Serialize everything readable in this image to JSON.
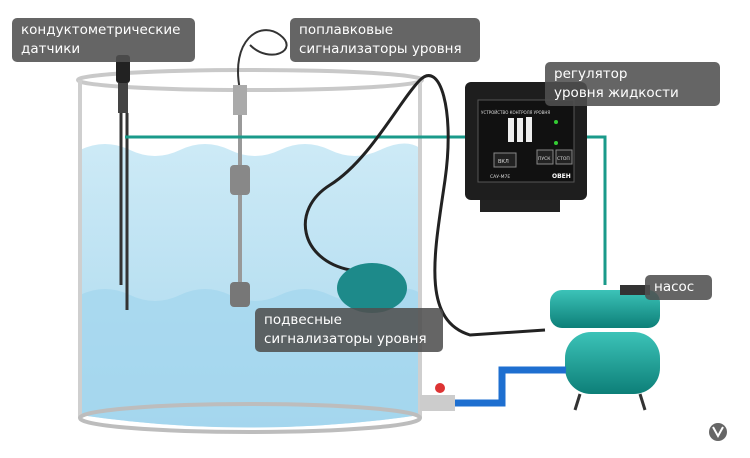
{
  "labels": {
    "conductometric": [
      "кондуктометрические",
      "датчики"
    ],
    "float_switches": [
      "поплавковые",
      "сигнализаторы уровня"
    ],
    "regulator": [
      "регулятор",
      "уровня жидкости"
    ],
    "pump": [
      "насос"
    ],
    "suspended": [
      "подвесные",
      "сигнализаторы уровня"
    ]
  },
  "controller_panel": {
    "header": "УСТРОЙСТВО КОНТРОЛЯ УРОВНЯ",
    "button_on": "ВКЛ",
    "button_start": "ПУСК",
    "button_stop": "СТОП",
    "model": "САУ-М7Е",
    "brand": "ОВЕН"
  },
  "colors": {
    "water": "#bfe3f3",
    "water_deep": "#9fd3ec",
    "teal_wire": "#1a9a8a",
    "float": "#1d8a8a",
    "pump": "#17a9a0",
    "blue_pipe": "#1e6fd0",
    "label_bg": "#505050"
  },
  "icons": {
    "corner_logo": "v-badge-icon"
  }
}
